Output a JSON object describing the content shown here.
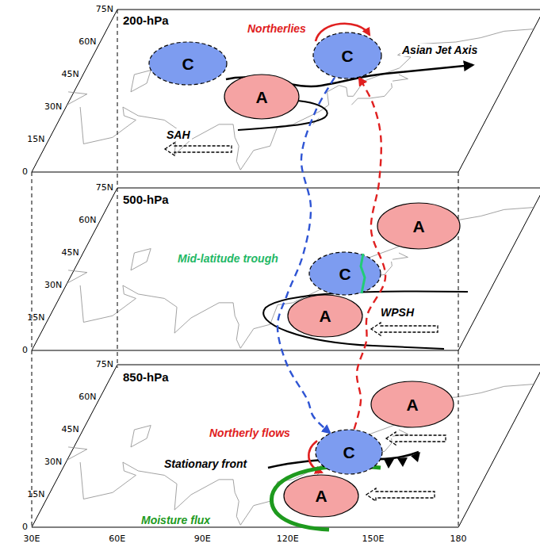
{
  "diagram": {
    "nodes": [
      {
        "text": [
          "C"
        ]
      },
      {
        "text": [
          "A"
        ]
      },
      {
        "text": [
          "C"
        ]
      },
      {
        "text": [
          "A"
        ]
      },
      {
        "text": [
          "C"
        ]
      },
      {
        "text": [
          "A"
        ]
      },
      {
        "text": [
          "A"
        ]
      },
      {
        "text": [
          "C"
        ]
      },
      {
        "text": [
          "A"
        ]
      }
    ],
    "edges": [
      {
        "from": 2,
        "to": 7,
        "arrow": "to"
      },
      {
        "from": 7,
        "to": 2,
        "arrow": "to"
      }
    ],
    "labels": [
      "200-hPa",
      "500-hPa",
      "850-hPa",
      "Northerlies",
      "Asian Jet Axis",
      "SAH",
      "Mid-latitude trough",
      "WPSH",
      "Northerly flows",
      "Stationary front",
      "Moisture flux",
      "75N",
      "60N",
      "45N",
      "30N",
      "15N",
      "0",
      "75N",
      "60N",
      "45N",
      "30N",
      "15N",
      "0",
      "75N",
      "60N",
      "45N",
      "30N",
      "15N",
      "0",
      "30E",
      "60E",
      "90E",
      "120E",
      "150E",
      "180"
    ]
  }
}
